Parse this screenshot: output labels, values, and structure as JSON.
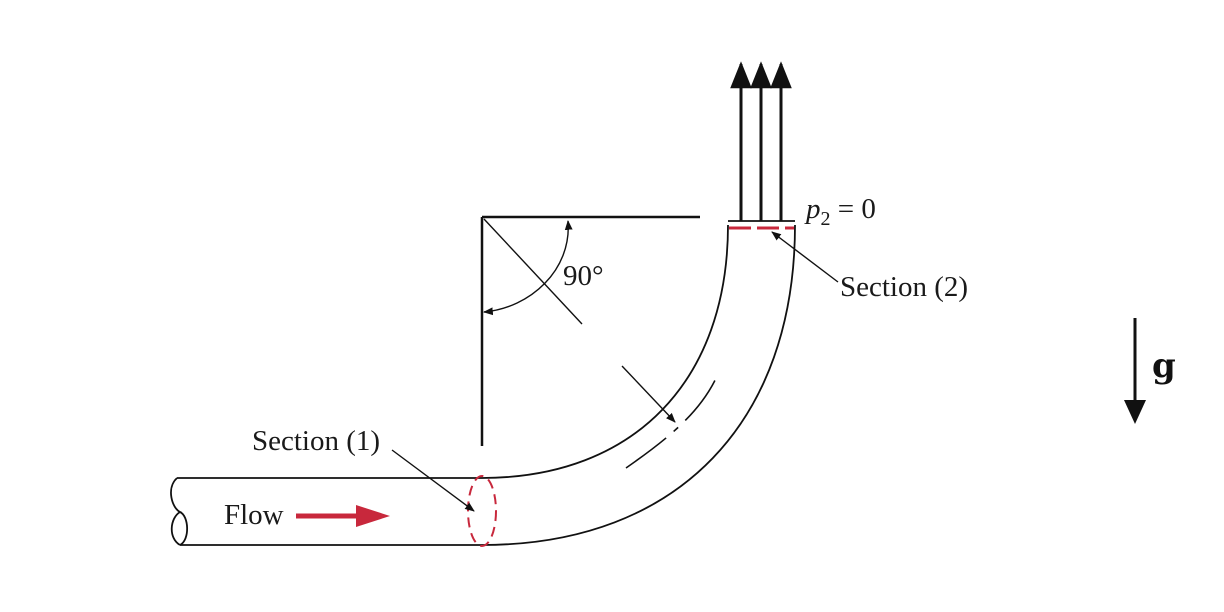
{
  "labels": {
    "flow": "Flow",
    "section1": "Section (1)",
    "section2": "Section (2)",
    "angle": "90°",
    "pressure_symbol": "p",
    "pressure_subscript": "2",
    "pressure_rest": " = 0",
    "gravity": "g"
  },
  "colors": {
    "section_marker": "#c8283c",
    "flow_arrow": "#c8283c",
    "line": "#111111"
  }
}
